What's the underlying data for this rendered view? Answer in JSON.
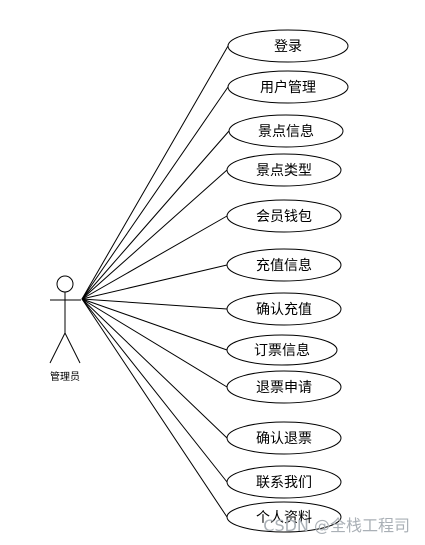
{
  "actor": {
    "label": "管理员"
  },
  "use_cases": [
    {
      "label": "登录"
    },
    {
      "label": "用户管理"
    },
    {
      "label": "景点信息"
    },
    {
      "label": "景点类型"
    },
    {
      "label": "会员钱包"
    },
    {
      "label": "充值信息"
    },
    {
      "label": "确认充值"
    },
    {
      "label": "订票信息"
    },
    {
      "label": "退票申请"
    },
    {
      "label": "确认退票"
    },
    {
      "label": "联系我们"
    },
    {
      "label": "个人资料"
    }
  ],
  "watermark": "CSDN @全栈工程司"
}
